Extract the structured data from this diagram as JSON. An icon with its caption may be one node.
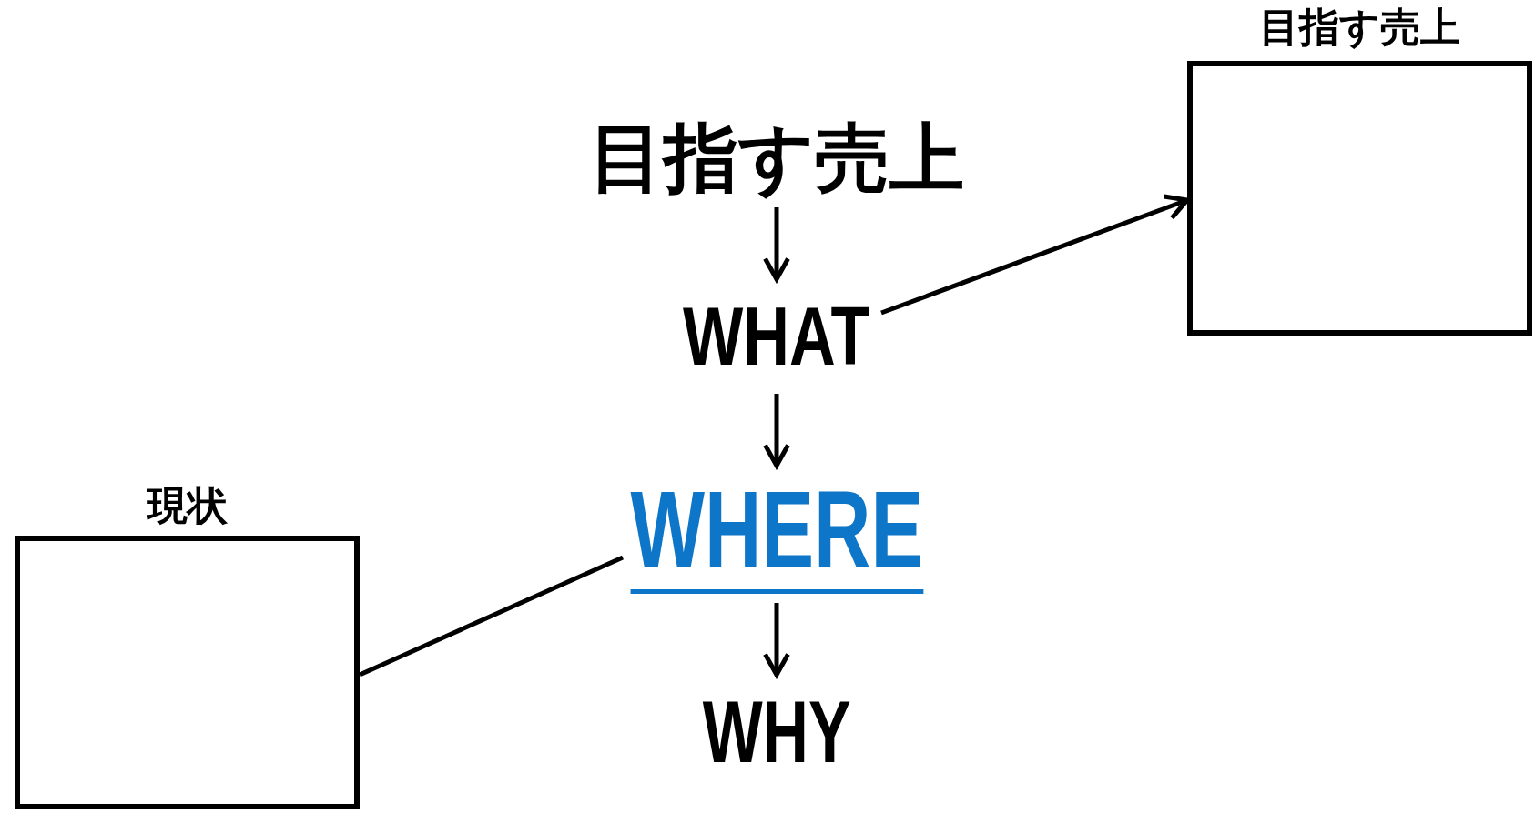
{
  "diagram": {
    "nodes": [
      {
        "text": [
          "目指す売上"
        ]
      },
      {
        "text": [
          "WHAT"
        ]
      },
      {
        "text": [
          "WHERE"
        ]
      },
      {
        "text": [
          "WHY"
        ]
      },
      {
        "text": [
          "目指す売上"
        ]
      },
      {
        "text": [
          "現状"
        ]
      }
    ],
    "edges": [
      {
        "from": 0,
        "to": 1,
        "arrow": "to"
      },
      {
        "from": 1,
        "to": 2,
        "arrow": "to"
      },
      {
        "from": 2,
        "to": 3,
        "arrow": "to"
      },
      {
        "from": 1,
        "to": 4,
        "arrow": "to"
      },
      {
        "from": 2,
        "to": 5,
        "arrow": "none"
      }
    ]
  }
}
